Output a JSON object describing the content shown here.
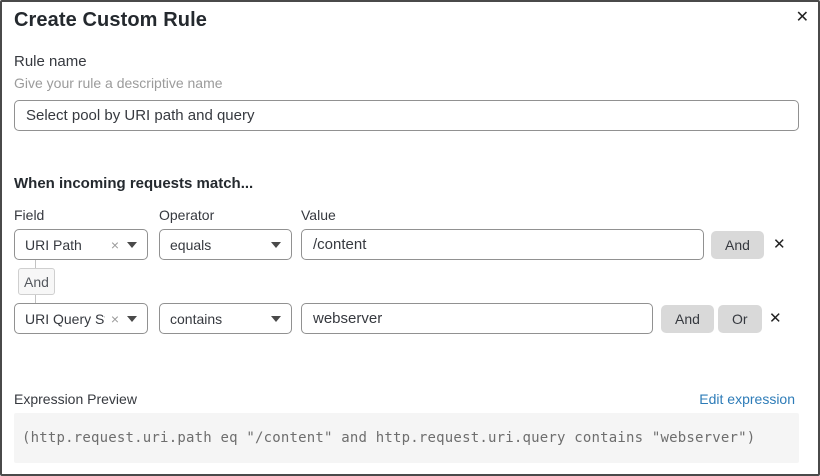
{
  "dialog": {
    "title": "Create Custom Rule",
    "close_icon": "✕"
  },
  "rule_name": {
    "label": "Rule name",
    "hint": "Give your rule a descriptive name",
    "value": "Select pool by URI path and query"
  },
  "match_section": {
    "heading": "When incoming requests match...",
    "columns": {
      "field": "Field",
      "operator": "Operator",
      "value": "Value"
    },
    "rows": [
      {
        "field": "URI Path",
        "operator": "equals",
        "value": "/content",
        "and_label": "And"
      },
      {
        "field": "URI Query St...",
        "operator": "contains",
        "value": "webserver",
        "and_label": "And",
        "or_label": "Or"
      }
    ],
    "connector_label": "And",
    "clear_icon": "×",
    "delete_icon": "✕"
  },
  "expression": {
    "label": "Expression Preview",
    "edit_link": "Edit expression",
    "code": "(http.request.uri.path eq \"/content\" and http.request.uri.query contains \"webserver\")"
  },
  "colors": {
    "link_blue": "#2e7cb8",
    "button_gray": "#d9d9d9",
    "border_gray": "#919191",
    "code_bg": "#f5f5f5"
  }
}
